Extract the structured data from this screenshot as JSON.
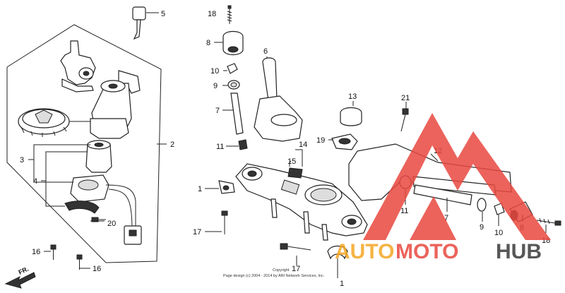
{
  "callouts": {
    "c1a": "1",
    "c1b": "1",
    "c2": "2",
    "c3": "3",
    "c4": "4",
    "c5": "5",
    "c6": "6",
    "c7a": "7",
    "c7b": "7",
    "c8a": "8",
    "c8b": "8",
    "c9a": "9",
    "c9b": "9",
    "c10a": "10",
    "c10b": "10",
    "c11a": "11",
    "c11b": "11",
    "c12": "12",
    "c13": "13",
    "c14": "14",
    "c15": "15",
    "c16a": "16",
    "c16b": "16",
    "c17a": "17",
    "c17b": "17",
    "c18a": "18",
    "c18b": "18",
    "c19": "19",
    "c20": "20",
    "c21": "21"
  },
  "direction_label": "FR.",
  "copyright": {
    "line1": "Copyright",
    "line2": "Page design (c) 2004 - 2014 by ARI Network Services, Inc."
  },
  "watermark": {
    "text_auto": "AUTO",
    "text_moto": "MOTO",
    "text_hub": "HUB",
    "color_orange": "#f5a623",
    "color_red": "#e8483f",
    "color_dark": "#3a3a3a"
  }
}
